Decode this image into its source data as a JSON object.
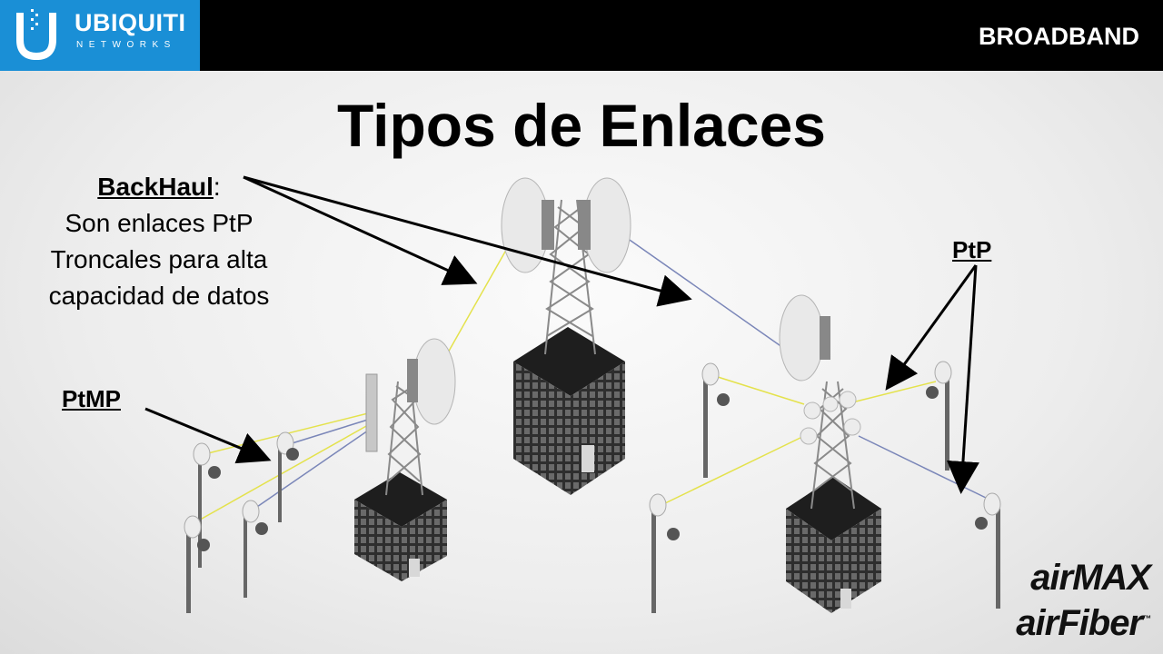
{
  "header": {
    "logo_name": "UBIQUITI",
    "logo_sub": "NETWORKS",
    "logo_mark": "u-logo-icon",
    "section": "BROADBAND"
  },
  "title": "Tipos de Enlaces",
  "backhaul": {
    "keyword": "BackHaul",
    "colon": ":",
    "lines": [
      "Son enlaces PtP",
      "Troncales para alta",
      "capacidad de datos"
    ]
  },
  "labels": {
    "ptmp": "PtMP",
    "ptp": "PtP"
  },
  "brands": {
    "airmax": "airMAX",
    "airfiber": "airFiber",
    "tm": "™"
  },
  "colors": {
    "logo_blue": "#1a8fd6",
    "header_bg": "#000000",
    "link_yellow": "#e4e24c",
    "link_blue": "#7a86b8"
  }
}
